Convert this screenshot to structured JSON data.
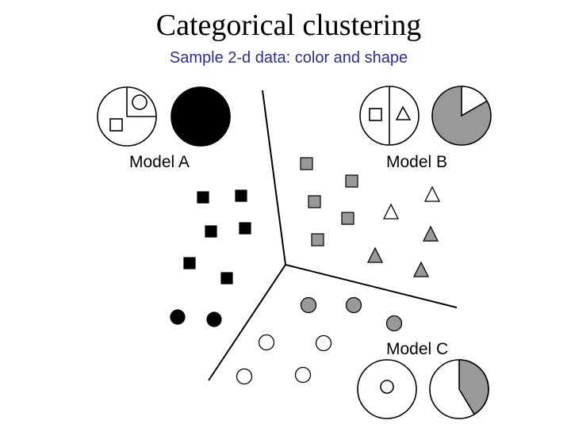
{
  "title": "Categorical clustering",
  "subtitle": "Sample 2-d data: color and shape",
  "models": {
    "a": "Model A",
    "b": "Model B",
    "c": "Model C"
  },
  "colors": {
    "subtitle": "#2b2f8f",
    "black": "#000000",
    "gray": "#999999",
    "white": "#ffffff",
    "stroke": "#000000"
  },
  "clusters": {
    "a": {
      "color": "black",
      "shapes": [
        "square",
        "square",
        "square",
        "square",
        "square",
        "square",
        "circle",
        "circle"
      ]
    },
    "b": {
      "colors": [
        "gray",
        "white"
      ],
      "shapes": [
        "square",
        "square",
        "square",
        "square",
        "square",
        "triangle",
        "triangle",
        "triangle",
        "triangle",
        "triangle"
      ]
    },
    "c": {
      "colors": [
        "gray",
        "white"
      ],
      "shapes": [
        "circle",
        "circle",
        "circle",
        "circle",
        "circle",
        "circle",
        "circle"
      ]
    }
  },
  "icons": [
    "model-a-shape-pie-icon",
    "model-a-color-pie-icon",
    "model-b-shape-pie-icon",
    "model-b-color-pie-icon",
    "model-c-shape-pie-icon",
    "model-c-color-pie-icon"
  ]
}
